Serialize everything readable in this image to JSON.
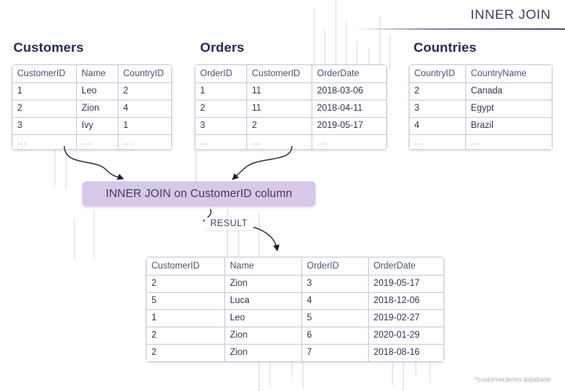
{
  "header": {
    "title": "INNER JOIN"
  },
  "footnote": "*customerdemo database",
  "join": {
    "label": "INNER JOIN on CustomerID column",
    "result_label": "RESULT",
    "box_color": "#d7c7e9"
  },
  "tables": {
    "customers": {
      "title": "Customers",
      "columns": [
        "CustomerID",
        "Name",
        "CountryID"
      ],
      "rows": [
        [
          "1",
          "Leo",
          "2"
        ],
        [
          "2",
          "Zion",
          "4"
        ],
        [
          "3",
          "Ivy",
          "1"
        ],
        [
          "...",
          "...",
          "..."
        ]
      ]
    },
    "orders": {
      "title": "Orders",
      "columns": [
        "OrderID",
        "CustomerID",
        "OrderDate"
      ],
      "rows": [
        [
          "1",
          "11",
          "2018-03-06"
        ],
        [
          "2",
          "11",
          "2018-04-11"
        ],
        [
          "3",
          "2",
          "2019-05-17"
        ],
        [
          "...",
          "...",
          "..."
        ]
      ]
    },
    "countries": {
      "title": "Countries",
      "columns": [
        "CountryID",
        "CountryName"
      ],
      "rows": [
        [
          "2",
          "Canada"
        ],
        [
          "3",
          "Egypt"
        ],
        [
          "4",
          "Brazil"
        ],
        [
          "...",
          "..."
        ]
      ]
    },
    "result": {
      "columns": [
        "CustomerID",
        "Name",
        "OrderID",
        "OrderDate"
      ],
      "rows": [
        [
          "2",
          "Zion",
          "3",
          "2019-05-17"
        ],
        [
          "5",
          "Luca",
          "4",
          "2018-12-06"
        ],
        [
          "1",
          "Leo",
          "5",
          "2019-02-27"
        ],
        [
          "2",
          "Zion",
          "6",
          "2020-01-29"
        ],
        [
          "2",
          "Zion",
          "7",
          "2018-08-16"
        ]
      ]
    }
  },
  "colors": {
    "accent": "#5b4b8a",
    "heading": "#232a52",
    "table_border": "#c9ccd9",
    "text": "#2f3557"
  }
}
